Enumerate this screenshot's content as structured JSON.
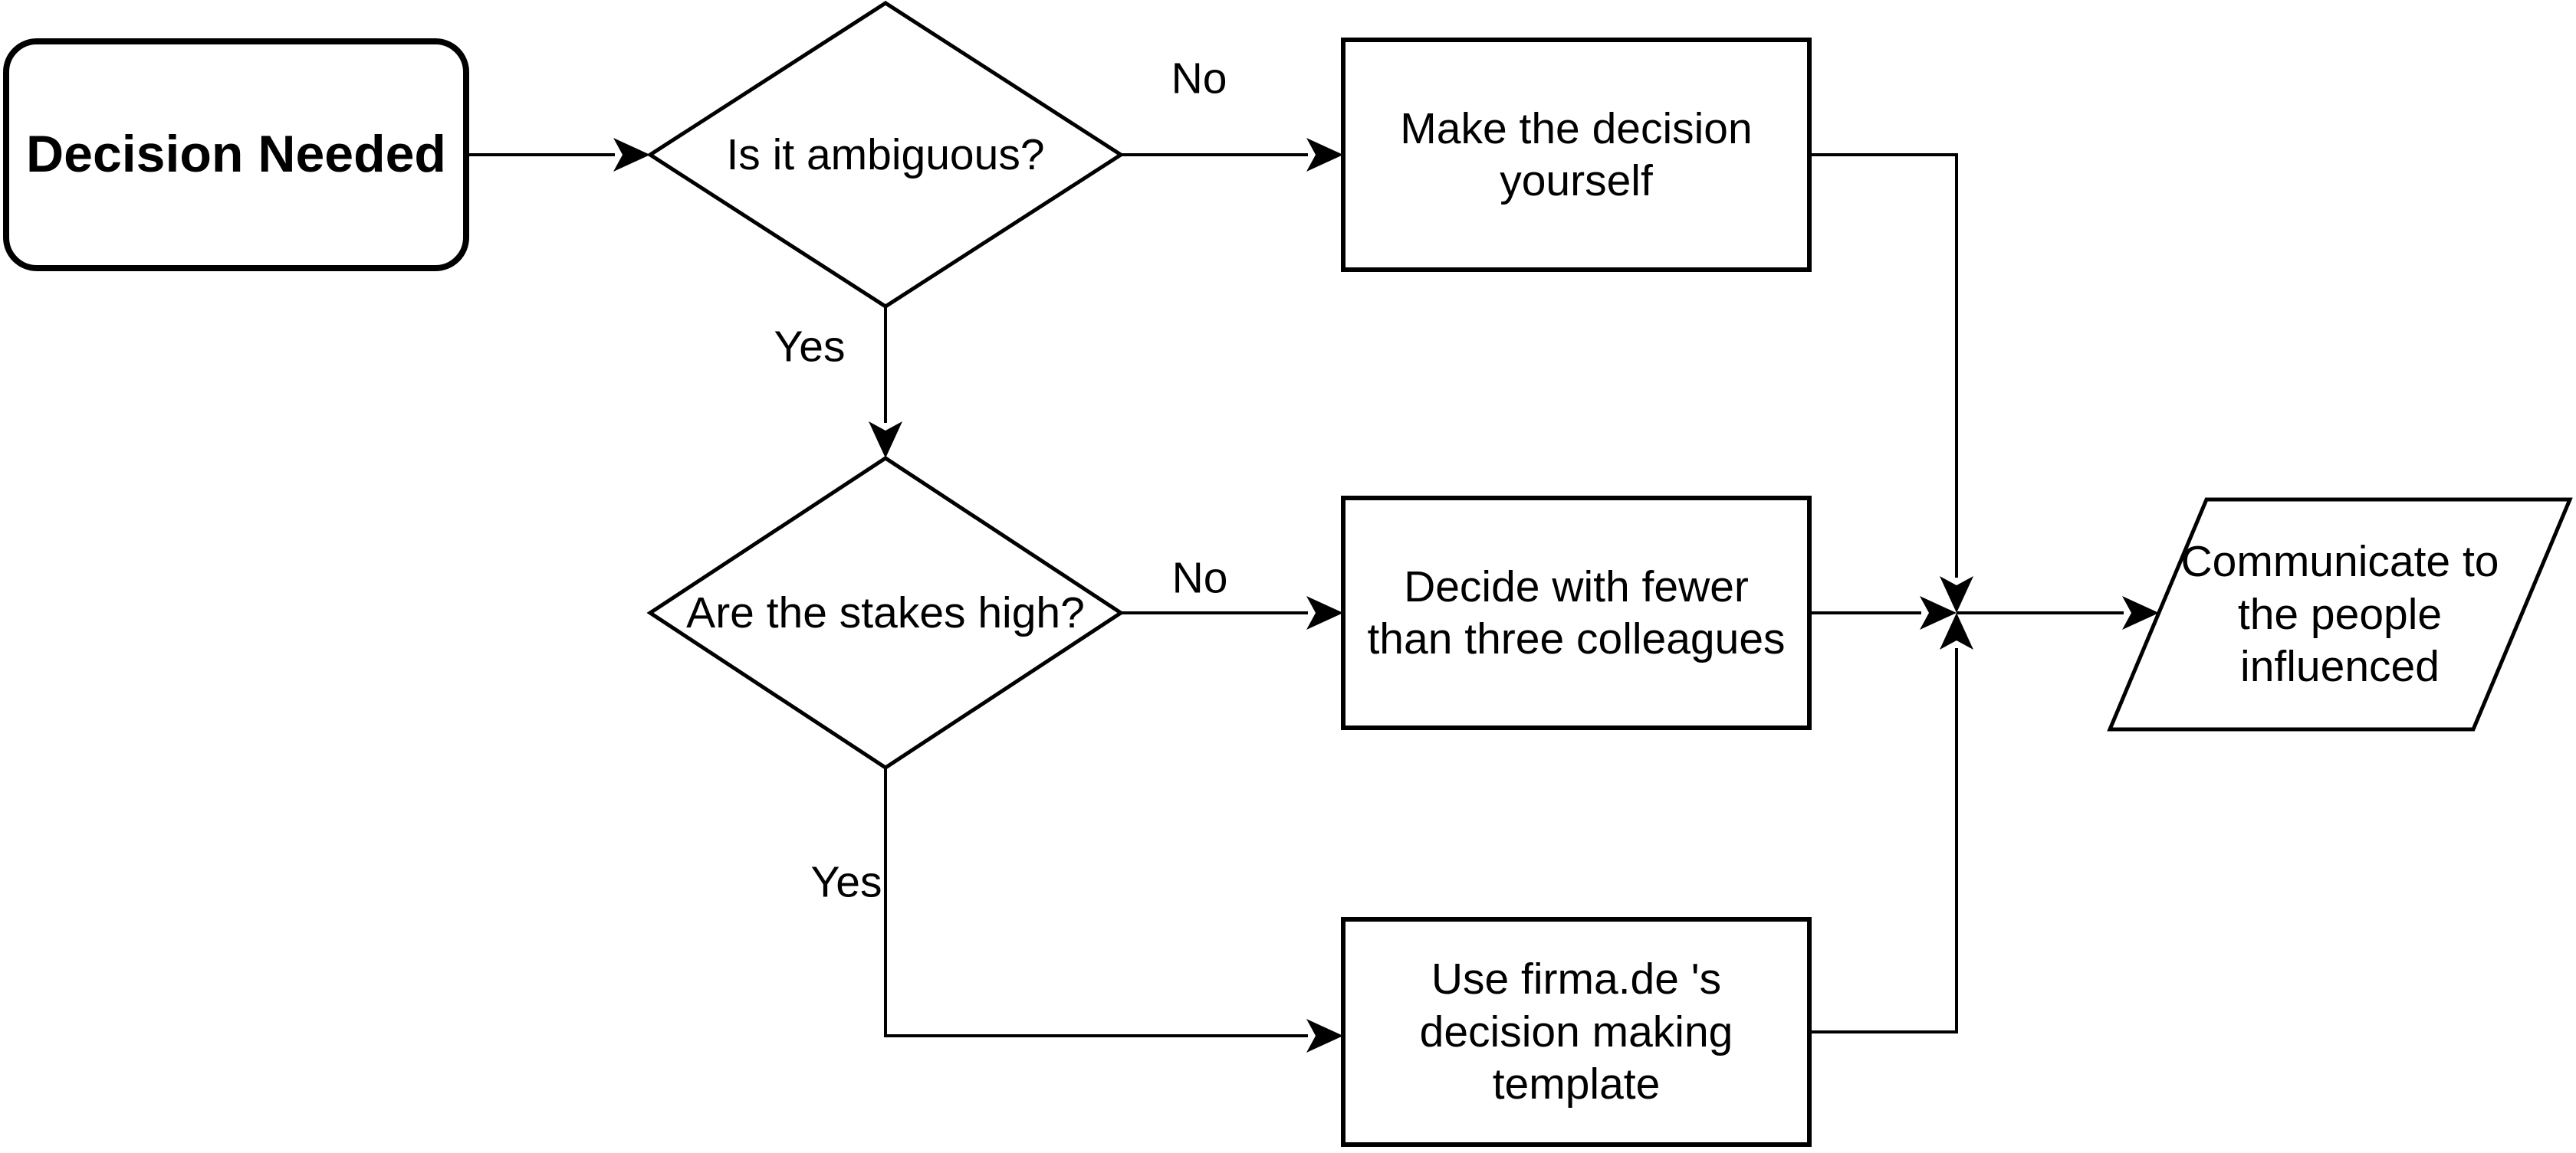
{
  "diagram": {
    "type": "flowchart",
    "colors": {
      "background": "#ffffff",
      "stroke": "#000000",
      "text": "#000000"
    },
    "nodes": [
      {
        "id": "start",
        "type": "rounded-rectangle-terminator",
        "label": "Decision Needed"
      },
      {
        "id": "is-it-ambiguous",
        "type": "decision-diamond",
        "label": "Is it ambiguous?"
      },
      {
        "id": "make-the-decision-yourself",
        "type": "process-rectangle",
        "label": "Make the decision\nyourself"
      },
      {
        "id": "are-the-stakes-high",
        "type": "decision-diamond",
        "label": "Are the stakes high?"
      },
      {
        "id": "decide-with-fewer",
        "type": "process-rectangle",
        "label": "Decide with fewer\nthan three colleagues"
      },
      {
        "id": "use-template",
        "type": "process-rectangle",
        "label": "Use firma.de 's\ndecision making\ntemplate"
      },
      {
        "id": "communicate",
        "type": "io-parallelogram",
        "label": "Communicate to\nthe people\ninfluenced"
      }
    ],
    "edges": [
      {
        "from": "start",
        "to": "is-it-ambiguous",
        "label": ""
      },
      {
        "from": "is-it-ambiguous",
        "to": "make-the-decision-yourself",
        "label": "No"
      },
      {
        "from": "is-it-ambiguous",
        "to": "are-the-stakes-high",
        "label": "Yes"
      },
      {
        "from": "are-the-stakes-high",
        "to": "decide-with-fewer",
        "label": "No"
      },
      {
        "from": "are-the-stakes-high",
        "to": "use-template",
        "label": "Yes"
      },
      {
        "from": "make-the-decision-yourself",
        "to": "merge-junction",
        "label": ""
      },
      {
        "from": "decide-with-fewer",
        "to": "merge-junction",
        "label": ""
      },
      {
        "from": "use-template",
        "to": "merge-junction",
        "label": ""
      },
      {
        "from": "merge-junction",
        "to": "communicate",
        "label": ""
      }
    ]
  }
}
